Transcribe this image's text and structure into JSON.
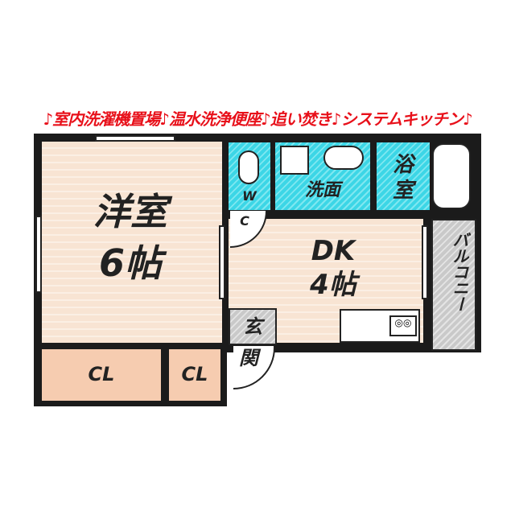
{
  "banner": "♪室内洗濯機置場♪温水洗浄便座♪追い焚き♪システムキッチン♪",
  "rooms": {
    "western": {
      "name": "洋室",
      "size": "6帖"
    },
    "closet_left": "CL",
    "closet_right": "CL",
    "wc_w": "W",
    "wc_c": "C",
    "washroom": "洗面",
    "bath_1": "浴",
    "bath_2": "室",
    "dk_name": "DK",
    "dk_size": "4帖",
    "entrance_1": "玄",
    "entrance_2": "関",
    "balcony": "バルコニー"
  },
  "colors": {
    "banner": "#e8101a",
    "wet_area": "#3cd6e6",
    "floor": "#f8e4d3",
    "closet": "#f6ccb0"
  }
}
